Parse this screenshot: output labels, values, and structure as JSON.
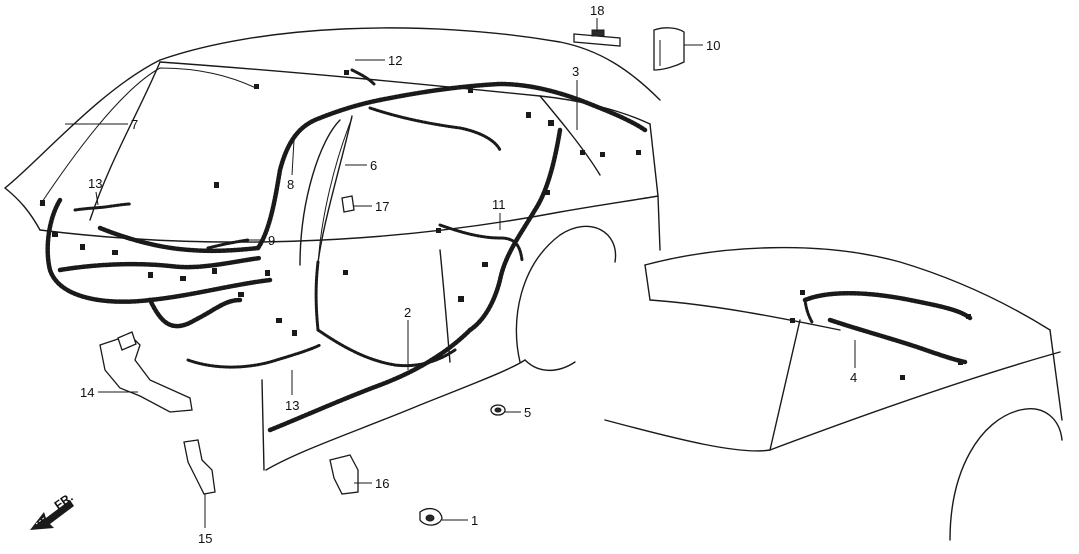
{
  "callouts": {
    "c1": "1",
    "c2": "2",
    "c3": "3",
    "c4": "4",
    "c5": "5",
    "c6": "6",
    "c7": "7",
    "c8": "8",
    "c9": "9",
    "c10": "10",
    "c11": "11",
    "c12": "12",
    "c13a": "13",
    "c13b": "13",
    "c14": "14",
    "c15": "15",
    "c16": "16",
    "c17": "17",
    "c18": "18"
  },
  "direction_marker": {
    "label": "FR."
  }
}
